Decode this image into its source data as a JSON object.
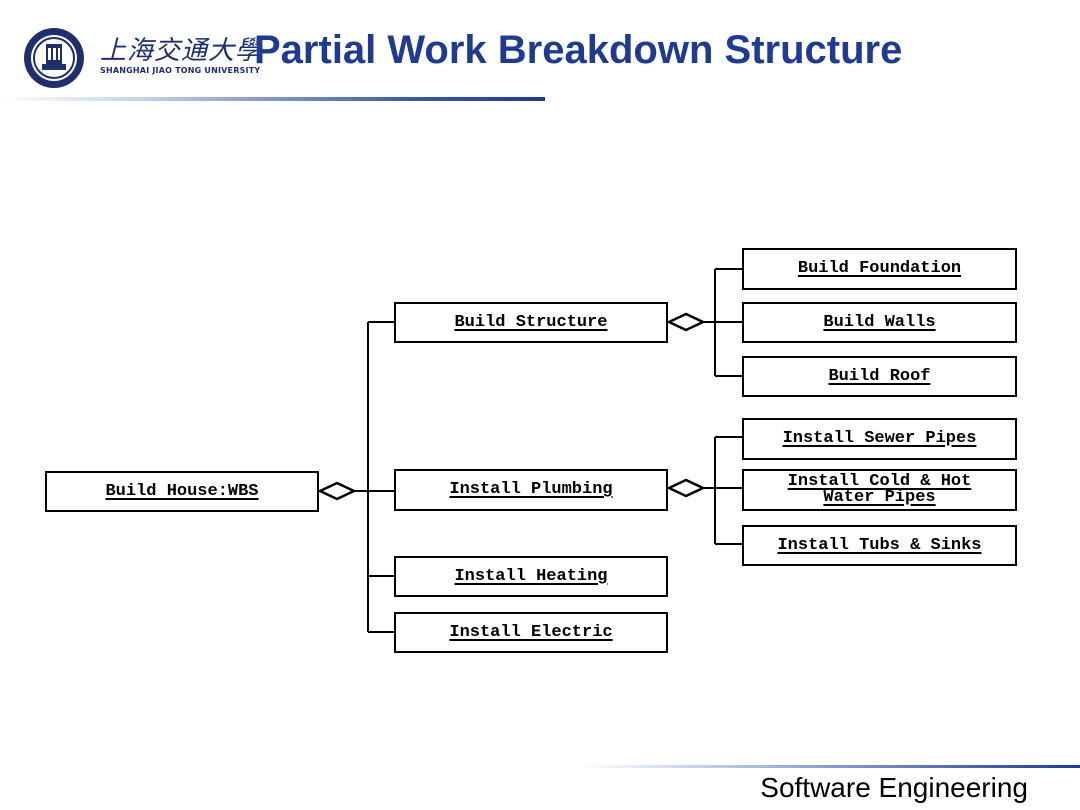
{
  "header": {
    "university_cn": "上海交通大學",
    "university_en": "SHANGHAI  JIAO TONG  UNIVERSITY",
    "title": "Partial Work Breakdown Structure"
  },
  "footer": {
    "text": "Software Engineering"
  },
  "wbs": {
    "root": "Build House:WBS",
    "build_structure": "Build Structure",
    "install_plumbing": "Install Plumbing",
    "install_heating": "Install Heating",
    "install_electric": "Install Electric",
    "build_foundation": "Build Foundation",
    "build_walls": "Build Walls",
    "build_roof": "Build Roof",
    "install_sewer_pipes": "Install Sewer Pipes",
    "install_cold_hot_pipes": "Install Cold & Hot Water Pipes",
    "install_tubs_sinks": "Install Tubs & Sinks"
  }
}
